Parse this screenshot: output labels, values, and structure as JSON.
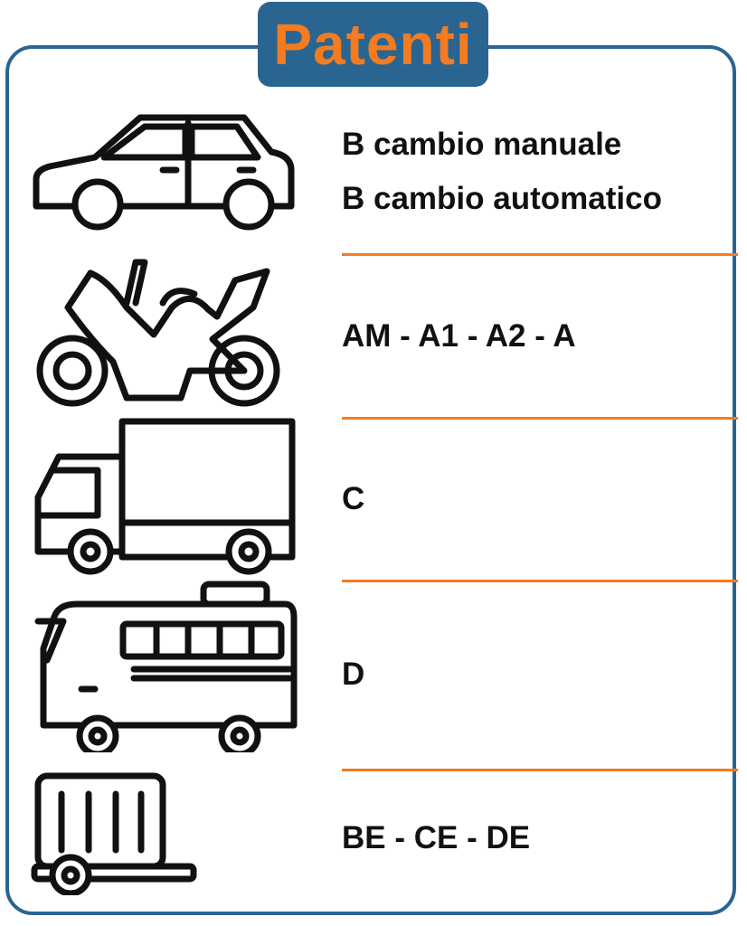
{
  "title": "Patenti",
  "colors": {
    "accent": "#f47b20",
    "frame": "#2a6592"
  },
  "rows": [
    {
      "icon": "car-icon",
      "labels": [
        "B cambio manuale",
        "B cambio automatico"
      ]
    },
    {
      "icon": "motorcycle-icon",
      "labels": [
        "AM - A1 - A2 - A"
      ]
    },
    {
      "icon": "truck-icon",
      "labels": [
        "C"
      ]
    },
    {
      "icon": "bus-icon",
      "labels": [
        "D"
      ]
    },
    {
      "icon": "trailer-icon",
      "labels": [
        "BE - CE - DE"
      ]
    }
  ]
}
